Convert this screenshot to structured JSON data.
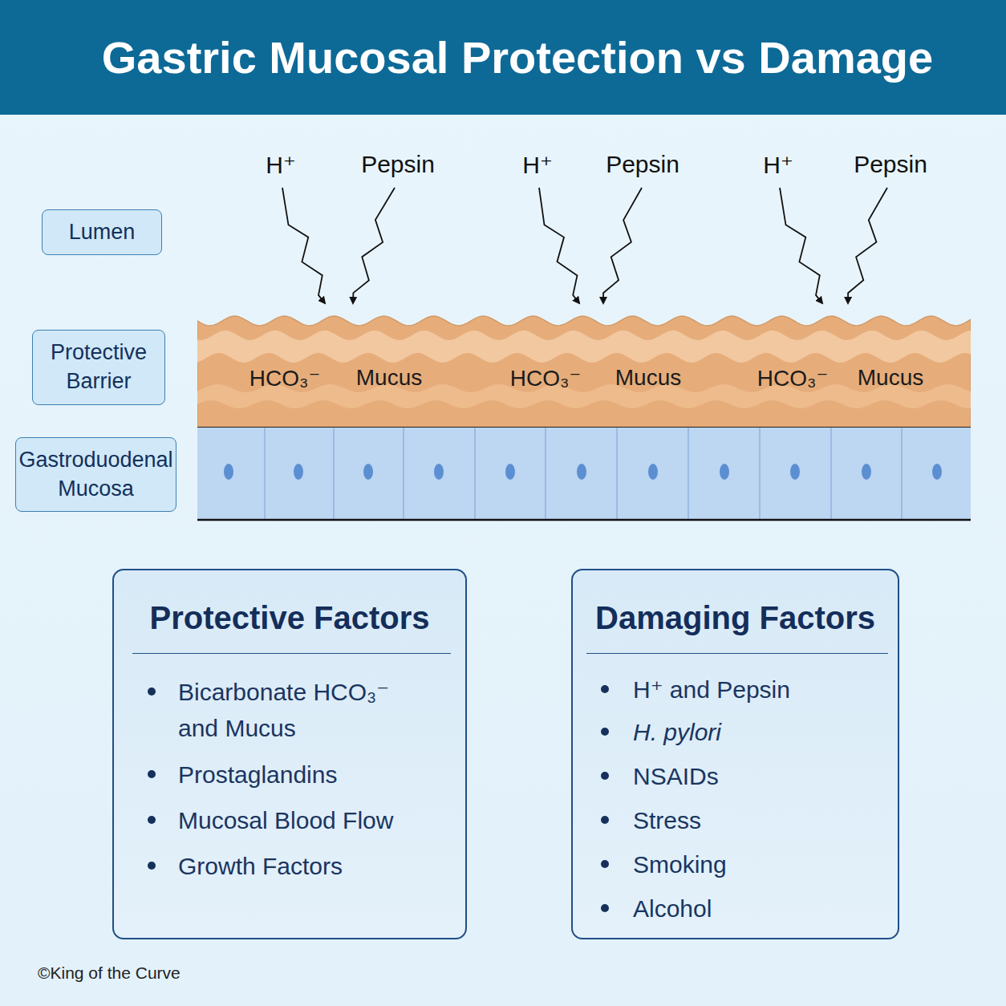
{
  "diagram": {
    "title": "Gastric Mucosal Protection vs Damage",
    "nodes": [
      {
        "text": [
          "Lumen"
        ]
      },
      {
        "text": [
          "Protective Barrier"
        ]
      },
      {
        "text": [
          "Gastroduodenal Mucosa"
        ]
      },
      {
        "text": [
          "HCO₃⁻",
          "Mucus",
          "HCO₃⁻",
          "Mucus",
          "HCO₃⁻",
          "Mucus"
        ]
      },
      {
        "text": [
          "Protective Factors",
          "Bicarbonate HCO₃⁻ and Mucus",
          "Prostaglandins",
          "Mucosal Blood Flow",
          "Growth Factors"
        ]
      },
      {
        "text": [
          "Damaging Factors",
          "H⁺ and Pepsin",
          "H. pylori",
          "NSAIDs",
          "Stress",
          "Smoking",
          "Alcohol"
        ]
      }
    ],
    "labels": [
      "H⁺",
      "Pepsin",
      "H⁺",
      "Pepsin",
      "H⁺",
      "Pepsin",
      "©King of the Curve"
    ]
  }
}
